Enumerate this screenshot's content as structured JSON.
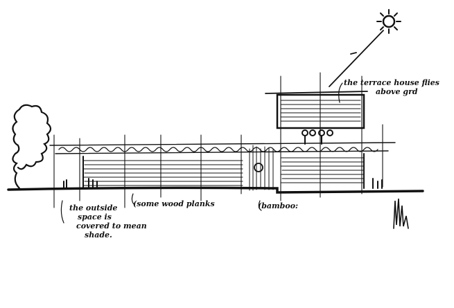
{
  "sketch": {
    "notes": {
      "terrace": "the terrace house flies",
      "terrace_line2": "above grd",
      "outside_1": "the outside",
      "outside_2": "space is",
      "outside_3": "covered to mean",
      "outside_4": "shade.",
      "planks": "(some wood planks",
      "bamboo": "(bamboo:"
    },
    "colors": {
      "ink": "#111111",
      "paper": "#ffffff"
    }
  }
}
